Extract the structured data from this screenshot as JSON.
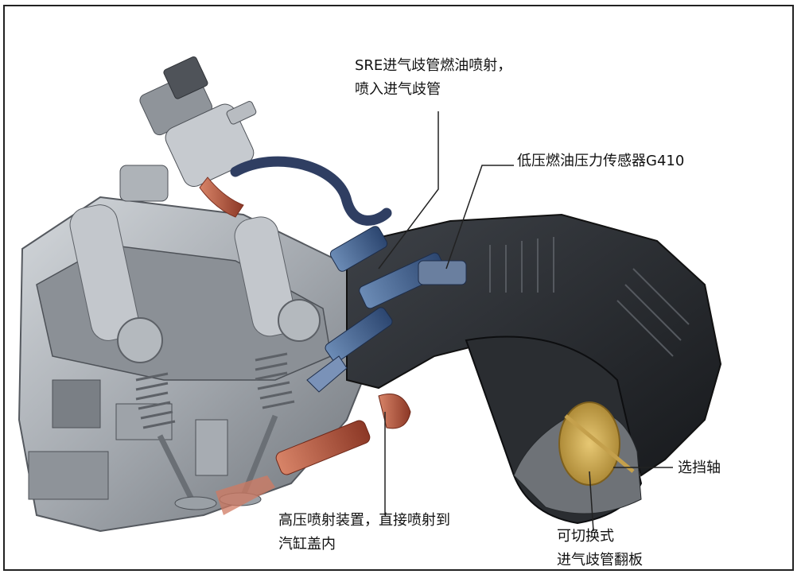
{
  "labels": {
    "sre_line1": "SRE进气歧管燃油喷射，",
    "sre_line2": "喷入进气歧管",
    "sensor": "低压燃油压力传感器G410",
    "shaft": "选挡轴",
    "hp_line1": "高压喷射装置，直接喷射到",
    "hp_line2": "汽缸盖内",
    "flap_line1": "可切换式",
    "flap_line2": "进气歧管翻板"
  },
  "colors": {
    "metal": "#a9aeb4",
    "metal_dark": "#5d6167",
    "manifold": "#2b2e33",
    "blue_injector": "#3b5a86",
    "fuel_line": "#2f3e62",
    "hp_red": "#b3533f",
    "flap_gold": "#c9a244",
    "leader": "#222222"
  }
}
